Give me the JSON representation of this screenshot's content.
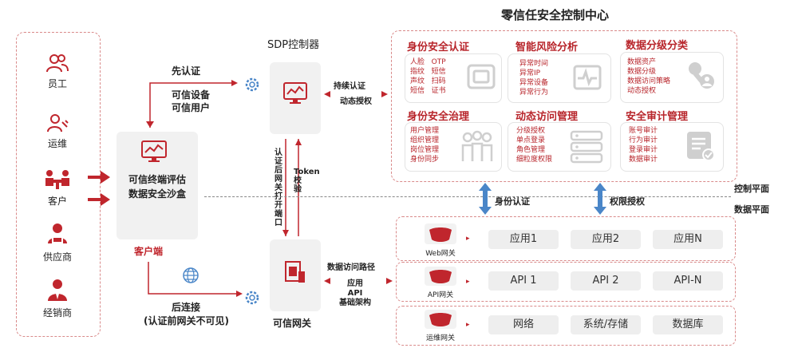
{
  "title": "零信任安全控制中心",
  "users": [
    {
      "label": "员工",
      "icon": "people-icon"
    },
    {
      "label": "运维",
      "icon": "maintenance-user-icon"
    },
    {
      "label": "客户",
      "icon": "customer-meeting-icon"
    },
    {
      "label": "供应商",
      "icon": "supplier-laptop-icon"
    },
    {
      "label": "经销商",
      "icon": "dealer-person-icon"
    }
  ],
  "client": {
    "line1": "可信终端评估",
    "line2": "数据安全沙盒",
    "label": "客户端"
  },
  "auth_first": {
    "title": "先认证",
    "line1": "可信设备",
    "line2": "可信用户"
  },
  "connect_later": {
    "line1": "后连接",
    "line2": "(认证前网关不可见)"
  },
  "sdp_controller": "SDP控制器",
  "trusted_gateway": "可信网关",
  "vertical_texts": {
    "left": "认证后网关打开端口",
    "right": "Token校验"
  },
  "continuous": {
    "line1": "持续认证",
    "line2": "动态授权"
  },
  "data_path": "数据访问路径",
  "app_infra": {
    "line1": "应用",
    "line2": "API",
    "line3": "基础架构"
  },
  "control_plane": "控制平面",
  "data_plane": "数据平面",
  "identity_auth": "身份认证",
  "permission_auth": "权限授权",
  "capabilities": [
    {
      "title": "身份安全认证",
      "items": [
        "人脸",
        "OTP",
        "指纹",
        "短信",
        "声纹",
        "扫码",
        "短信",
        "证书"
      ]
    },
    {
      "title": "智能风险分析",
      "items": [
        "异常时间",
        "异常IP",
        "异常设备",
        "异常行为"
      ]
    },
    {
      "title": "数据分级分类",
      "items": [
        "数据资产",
        "数据分级",
        "数据访问策略",
        "动态授权"
      ]
    },
    {
      "title": "身份安全治理",
      "items": [
        "用户管理",
        "组织管理",
        "岗位管理",
        "身份同步"
      ]
    },
    {
      "title": "动态访问管理",
      "items": [
        "分级授权",
        "单点登录",
        "角色管理",
        "细粒度权限"
      ]
    },
    {
      "title": "安全审计管理",
      "items": [
        "账号审计",
        "行为审计",
        "登录审计",
        "数据审计"
      ]
    }
  ],
  "gateways": [
    {
      "label": "Web网关",
      "resources": [
        "应用1",
        "应用2",
        "应用N"
      ]
    },
    {
      "label": "API网关",
      "resources": [
        "API 1",
        "API 2",
        "API-N"
      ]
    },
    {
      "label": "运维网关",
      "resources": [
        "网络",
        "系统/存储",
        "数据库"
      ]
    }
  ],
  "colors": {
    "accent": "#c0262d",
    "blue_arrow": "#4a86c8"
  }
}
